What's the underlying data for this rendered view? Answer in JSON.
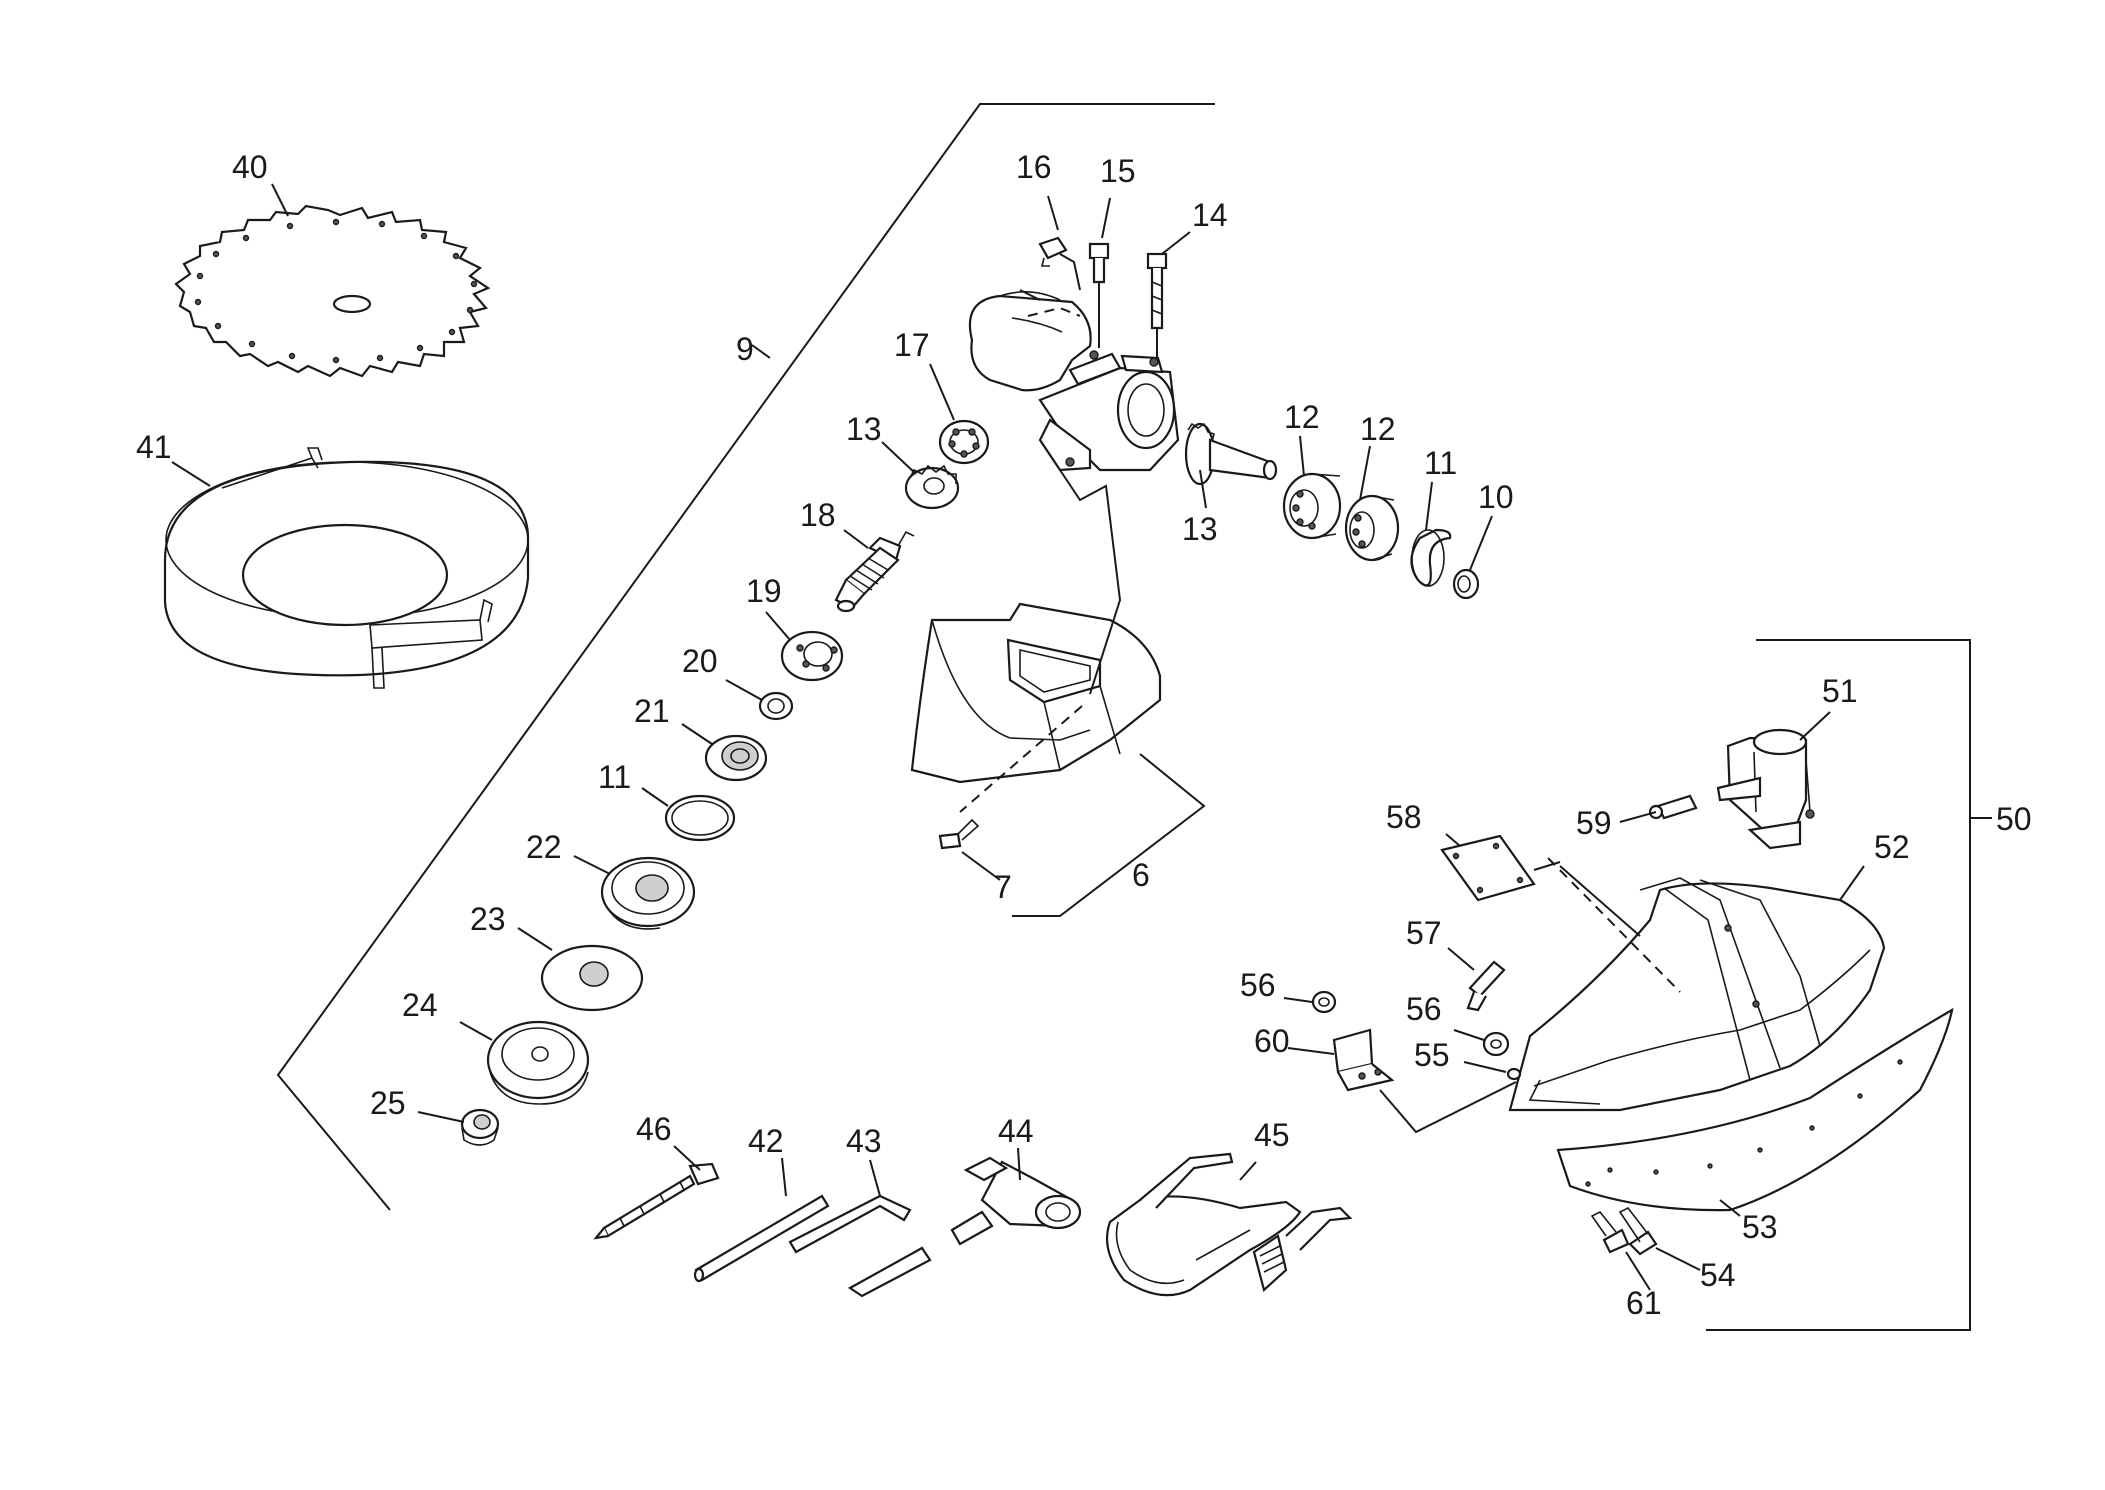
{
  "labels": {
    "p40": "40",
    "p41": "41",
    "p9": "9",
    "p16": "16",
    "p15": "15",
    "p14": "14",
    "p17": "17",
    "p13a": "13",
    "p13b": "13",
    "p12a": "12",
    "p12b": "12",
    "p11a": "11",
    "p10": "10",
    "p18": "18",
    "p19": "19",
    "p20": "20",
    "p21": "21",
    "p11b": "11",
    "p22": "22",
    "p23": "23",
    "p24": "24",
    "p25": "25",
    "p6": "6",
    "p7": "7",
    "p46": "46",
    "p42": "42",
    "p43": "43",
    "p44": "44",
    "p45": "45",
    "p51": "51",
    "p50": "50",
    "p59": "59",
    "p58": "58",
    "p52": "52",
    "p57": "57",
    "p56a": "56",
    "p56b": "56",
    "p60": "60",
    "p55": "55",
    "p53": "53",
    "p54": "54",
    "p61": "61"
  }
}
